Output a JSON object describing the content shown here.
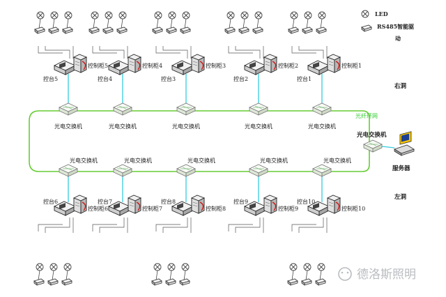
{
  "legend": {
    "led_label": "LED",
    "driver_label_line1": "RS485智能驱",
    "driver_label_line2": "动"
  },
  "zones": {
    "right_tunnel": "右洞",
    "left_tunnel": "左洞"
  },
  "ring": {
    "label": "光纤环网",
    "line_color": "#66cc33",
    "link_color": "#33ccdd"
  },
  "server": {
    "switch_label": "光电交换机",
    "label": "服务器"
  },
  "top_row": {
    "switch_label": "光电交换机",
    "stations": [
      {
        "console": "控台5",
        "cabinet": "控制柜5"
      },
      {
        "console": "控台4",
        "cabinet": "控制柜4"
      },
      {
        "console": "控台3",
        "cabinet": "控制柜3"
      },
      {
        "console": "控台2",
        "cabinet": "控制柜2"
      },
      {
        "console": "控台1",
        "cabinet": "控制柜1"
      }
    ]
  },
  "bottom_row": {
    "switch_label": "光电交换机",
    "stations": [
      {
        "console": "控台6",
        "cabinet": "控制柜6"
      },
      {
        "console": "控台7",
        "cabinet": "控制柜7"
      },
      {
        "console": "控台8",
        "cabinet": "控制柜8"
      },
      {
        "console": "控台9",
        "cabinet": "控制柜9"
      },
      {
        "console": "控台10",
        "cabinet": "控制柜10"
      }
    ]
  },
  "watermark": "德洛斯照明"
}
